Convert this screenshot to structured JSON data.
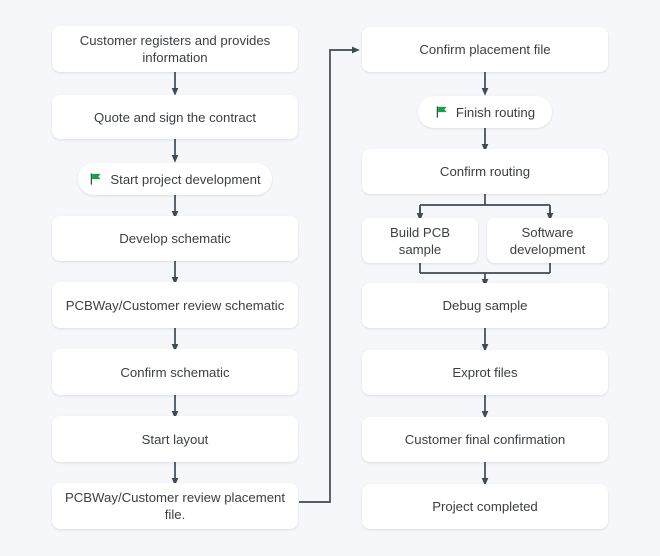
{
  "diagram": {
    "title": "PCB project workflow flowchart",
    "background_color": "#f5f7fa",
    "node_fill": "#ffffff",
    "text_color": "#3c4043",
    "edge_color": "#3f4a52",
    "flag_color": "#14a04a"
  },
  "nodes": {
    "customer_registers": "Customer registers and provides information",
    "quote_contract": "Quote and sign the contract",
    "start_project": "Start project development",
    "develop_schematic": "Develop schematic",
    "review_schematic": "PCBWay/Customer review schematic",
    "confirm_schematic": "Confirm schematic",
    "start_layout": "Start layout",
    "review_placement": "PCBWay/Customer review placement file.",
    "confirm_placement": "Confirm placement file",
    "finish_routing": "Finish routing",
    "confirm_routing": "Confirm routing",
    "build_pcb": "Build PCB sample",
    "software_dev": "Software development",
    "debug_sample": "Debug sample",
    "export_files": "Exprot files",
    "final_confirmation": "Customer final confirmation",
    "project_completed": "Project completed"
  },
  "icons": {
    "start_project_flag": "green-flag-icon",
    "finish_routing_flag": "green-flag-icon"
  }
}
